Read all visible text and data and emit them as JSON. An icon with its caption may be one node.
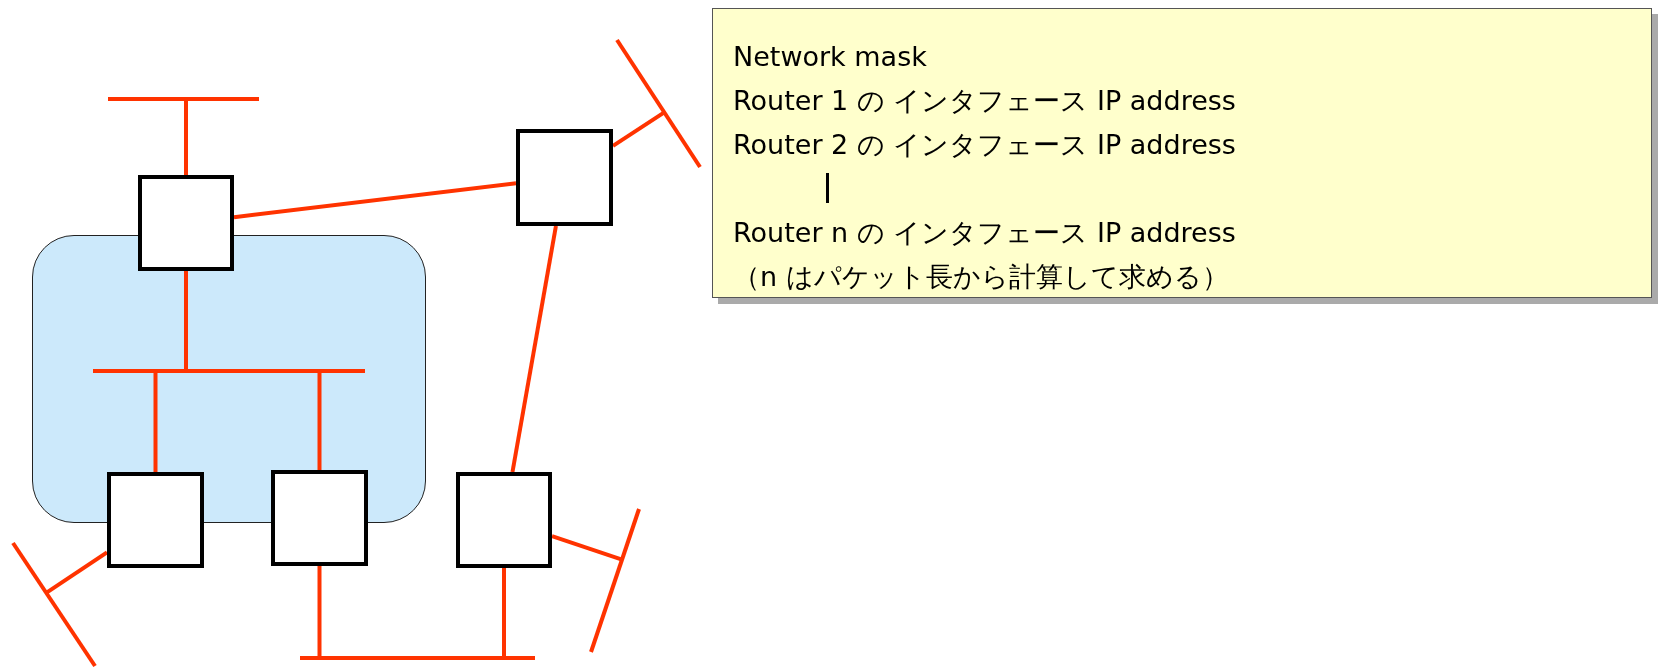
{
  "diagram": {
    "nodes": [
      {
        "text": [],
        "shape": "bar"
      },
      {
        "text": [],
        "shape": "bar"
      },
      {
        "text": [
          "Network mask",
          "Router 1 の インタフェース IP address",
          "Router 2 の インタフェース IP address",
          "Router n の インタフェース IP address",
          "（n はパケット長から計算して求める）"
        ]
      },
      {
        "text": [],
        "shape": "box"
      },
      {
        "text": [],
        "shape": "box"
      },
      {
        "text": [],
        "shape": "box"
      },
      {
        "text": [],
        "shape": "bar",
        "in": 5
      },
      {
        "text": [],
        "shape": "box"
      },
      {
        "text": [],
        "shape": "box"
      },
      {
        "text": [],
        "shape": "box"
      },
      {
        "text": [],
        "shape": "bar"
      },
      {
        "text": [],
        "shape": "bar"
      },
      {
        "text": [],
        "shape": "bar"
      }
    ],
    "edges": [
      {
        "from": 4,
        "to": 0,
        "arrow": "none"
      },
      {
        "from": 4,
        "to": 3,
        "arrow": "none"
      },
      {
        "from": 3,
        "to": 1,
        "arrow": "none"
      },
      {
        "from": 4,
        "to": 6,
        "arrow": "none"
      },
      {
        "from": 6,
        "to": 7,
        "arrow": "none"
      },
      {
        "from": 6,
        "to": 8,
        "arrow": "none"
      },
      {
        "from": 3,
        "to": 9,
        "arrow": "none"
      },
      {
        "from": 7,
        "to": 11,
        "arrow": "none"
      },
      {
        "from": 8,
        "to": 12,
        "arrow": "none"
      },
      {
        "from": 9,
        "to": 12,
        "arrow": "none"
      },
      {
        "from": 9,
        "to": 10,
        "arrow": "none"
      }
    ]
  }
}
